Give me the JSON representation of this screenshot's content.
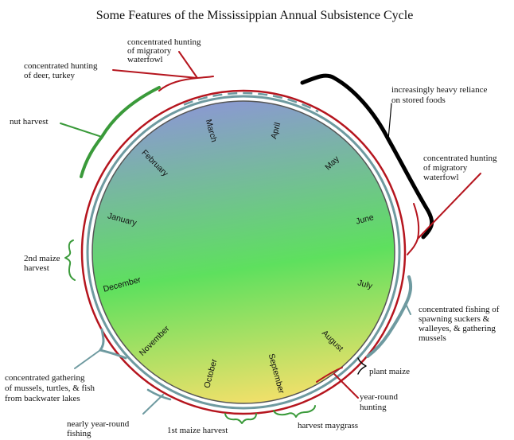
{
  "title": "Some Features of the Mississippian Annual Subsistence Cycle",
  "months": [
    "January",
    "February",
    "March",
    "April",
    "May",
    "June",
    "July",
    "August",
    "September",
    "October",
    "November",
    "December"
  ],
  "annotations": {
    "waterfowl_top": [
      "concentrated hunting",
      "of migratory",
      "waterfowl"
    ],
    "deer_turkey": [
      "concentrated hunting",
      "of deer, turkey"
    ],
    "stored_foods": [
      "increasingly heavy reliance",
      "on stored foods"
    ],
    "nut_harvest": [
      "nut harvest"
    ],
    "waterfowl_right": [
      "concentrated hunting",
      "of migratory",
      "waterfowl"
    ],
    "maize_2nd": [
      "2nd maize",
      "harvest"
    ],
    "fishing_suckers": [
      "concentrated fishing of",
      "spawning suckers &",
      "walleyes, & gathering",
      "mussels"
    ],
    "plant_maize": [
      "plant maize"
    ],
    "gathering_backwater": [
      "concentrated gathering",
      "of mussels, turtles, & fish",
      "from backwater lakes"
    ],
    "yearround_hunting": [
      "year-round",
      "hunting"
    ],
    "harvest_maygrass": [
      "harvest maygrass"
    ],
    "maize_1st": [
      "1st maize harvest"
    ],
    "yearround_fishing": [
      "nearly year-round",
      "fishing"
    ]
  },
  "colors": {
    "hunting": "#b5151e",
    "fishing": "#6e9aa0",
    "harvest": "#3a9a3a",
    "stored": "#000000",
    "gradient_top": "#8a9ad0",
    "gradient_mid": "#5ee05e",
    "gradient_bottom": "#f4e06a"
  }
}
